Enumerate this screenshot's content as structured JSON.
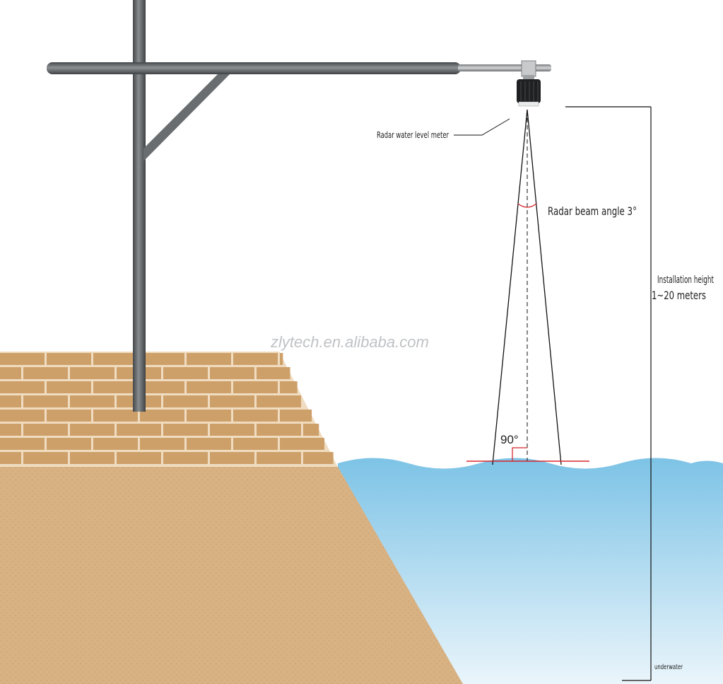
{
  "labels": {
    "meter": "Radar water level meter",
    "beam_angle": "Radar beam angle 3°",
    "install_line1": "Installation height",
    "install_line2": "1~20 meters",
    "right_angle": "90°",
    "bottom_note": "underwater",
    "watermark": "zlytech.en.alibaba.com"
  },
  "colors": {
    "pole": "#5d6063",
    "brick": "#cda06a",
    "mortar": "#f0dcc0",
    "soil": "#d8b283",
    "water_top": "#7dc3e6",
    "water_bottom": "#e6f3fa",
    "beam_line": "#111111",
    "level_line": "#d7282f"
  }
}
